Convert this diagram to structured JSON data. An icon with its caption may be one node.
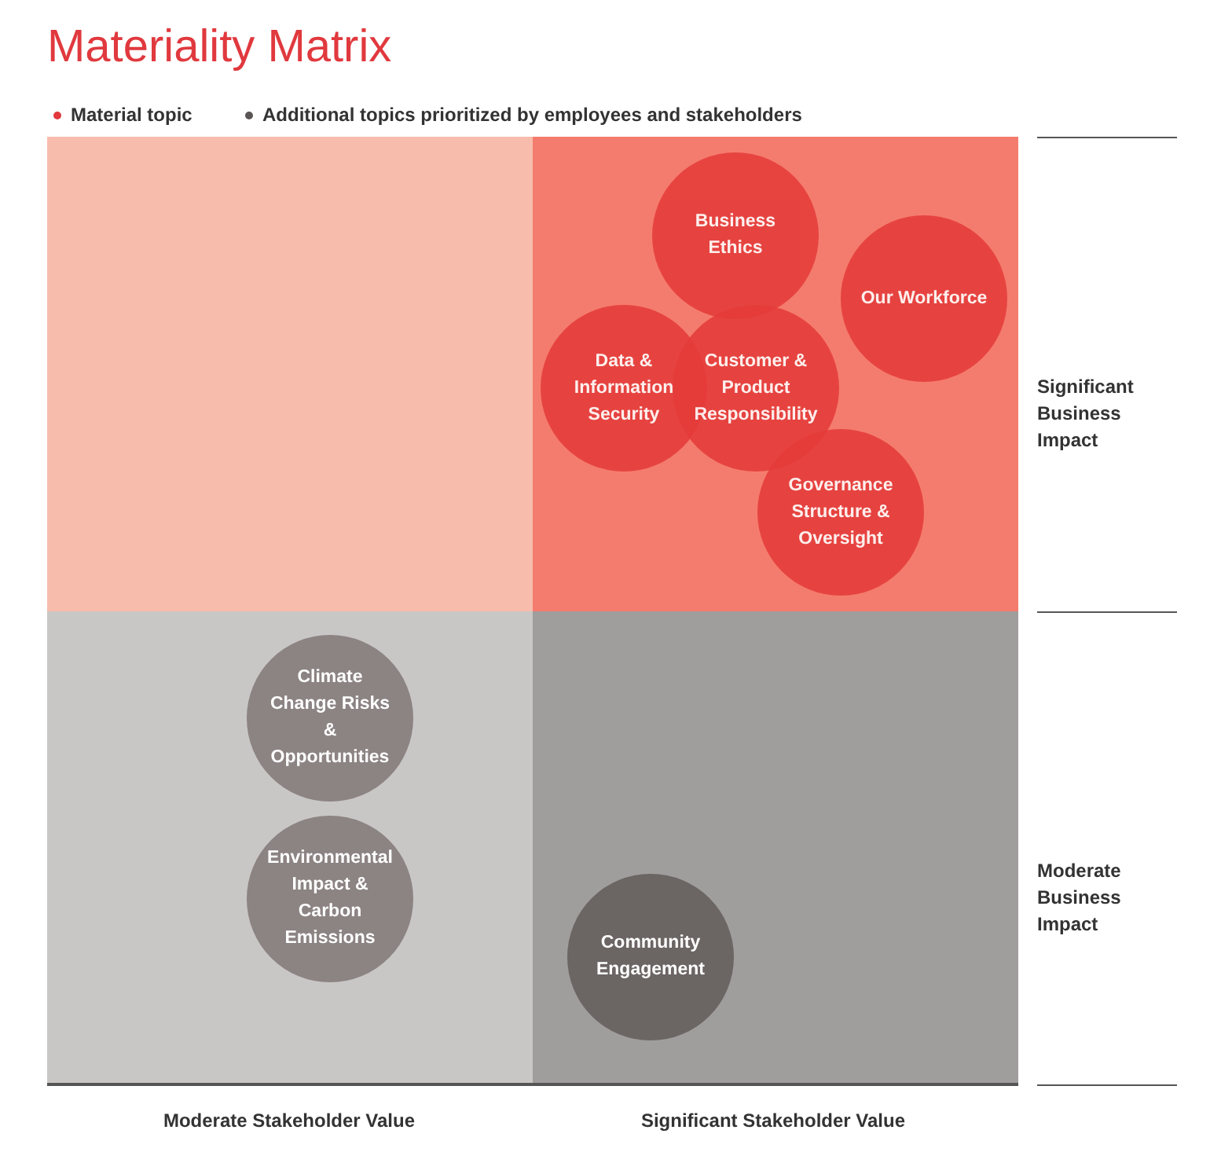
{
  "diagram": {
    "title": "Materiality Matrix",
    "nodes": [
      {
        "text": [
          "Business Ethics"
        ]
      },
      {
        "text": [
          "Our Workforce"
        ]
      },
      {
        "text": [
          "Data & Information Security"
        ]
      },
      {
        "text": [
          "Customer & Product Responsibility"
        ]
      },
      {
        "text": [
          "Governance Structure & Oversight"
        ]
      },
      {
        "text": [
          "Climate Change Risks & Opportunities"
        ]
      },
      {
        "text": [
          "Environmental Impact & Carbon Emissions"
        ]
      },
      {
        "text": [
          "Community Engagement"
        ]
      }
    ],
    "labels": [
      "Significant Business Impact",
      "Moderate Business Impact",
      "Moderate Stakeholder Value",
      "Significant Stakeholder Value"
    ],
    "legend": [
      {
        "text": "Material topic",
        "color": "#e0393e"
      },
      {
        "text": "Additional topics prioritized by employees and stakeholders",
        "color": "#5a5454"
      }
    ]
  }
}
